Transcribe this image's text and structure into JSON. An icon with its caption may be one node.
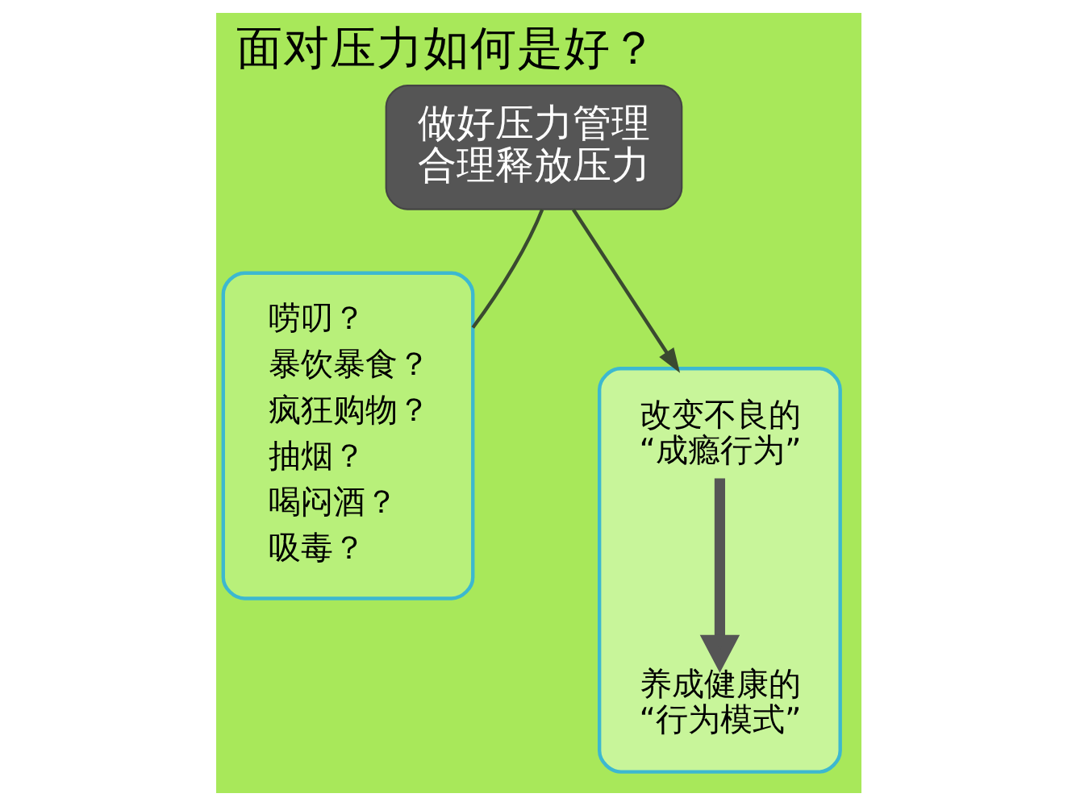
{
  "diagram": {
    "title": "面对压力如何是好？",
    "nodes": [
      {
        "text": [
          "做好压力管理合理释放压力"
        ]
      },
      {
        "text": [
          "唠叨？",
          "暴饮暴食？",
          "疯狂购物？",
          "抽烟？",
          "喝闷酒？",
          "吸毒？"
        ]
      },
      {
        "text": [],
        "shape": "box"
      },
      {
        "text": [
          "改变不良的“成瘾行为”"
        ],
        "in": 2
      },
      {
        "text": [
          "养成健康的“行为模式”"
        ],
        "in": 2
      }
    ],
    "edges": [
      {
        "from": 1,
        "to": 0,
        "arrow": "none"
      },
      {
        "from": 0,
        "to": 2,
        "arrow": "to"
      },
      {
        "from": 3,
        "to": 4,
        "arrow": "to",
        "style": "thick",
        "color": "#555555"
      }
    ]
  }
}
